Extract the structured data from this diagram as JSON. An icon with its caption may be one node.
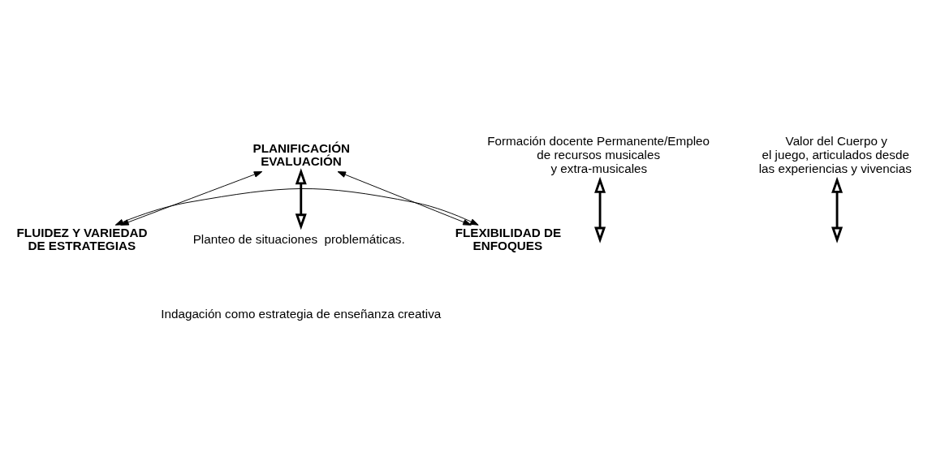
{
  "diagram": {
    "nodes": [
      {
        "text": [
          "PLANIFICACIÓN EVALUACIÓN"
        ]
      },
      {
        "text": [
          "Formación docente Permanente/Empleo de recursos musicales y extra-musicales"
        ]
      },
      {
        "text": [
          "Valor del Cuerpo y el juego, articulados desde las experiencias y vivencias"
        ]
      },
      {
        "text": [
          "FLUIDEZ Y VARIEDAD DE ESTRATEGIAS"
        ]
      },
      {
        "text": [
          "FLEXIBILIDAD DE ENFOQUES"
        ]
      },
      {
        "text": [
          "Planteo de situaciones  problemáticas."
        ]
      }
    ],
    "edges": [
      {
        "from": 0,
        "to": 3,
        "arrow": "both"
      },
      {
        "from": 0,
        "to": 4,
        "arrow": "both"
      },
      {
        "from": 3,
        "to": 4,
        "arrow": "both"
      },
      {
        "from": 0,
        "to": 5,
        "arrow": "both",
        "style": "thick"
      },
      {
        "from": 1,
        "to": null,
        "arrow": "both",
        "style": "thick"
      },
      {
        "from": 2,
        "to": null,
        "arrow": "both",
        "style": "thick"
      }
    ],
    "labels": [
      "Indagación como estrategia de enseñanza creativa"
    ]
  }
}
